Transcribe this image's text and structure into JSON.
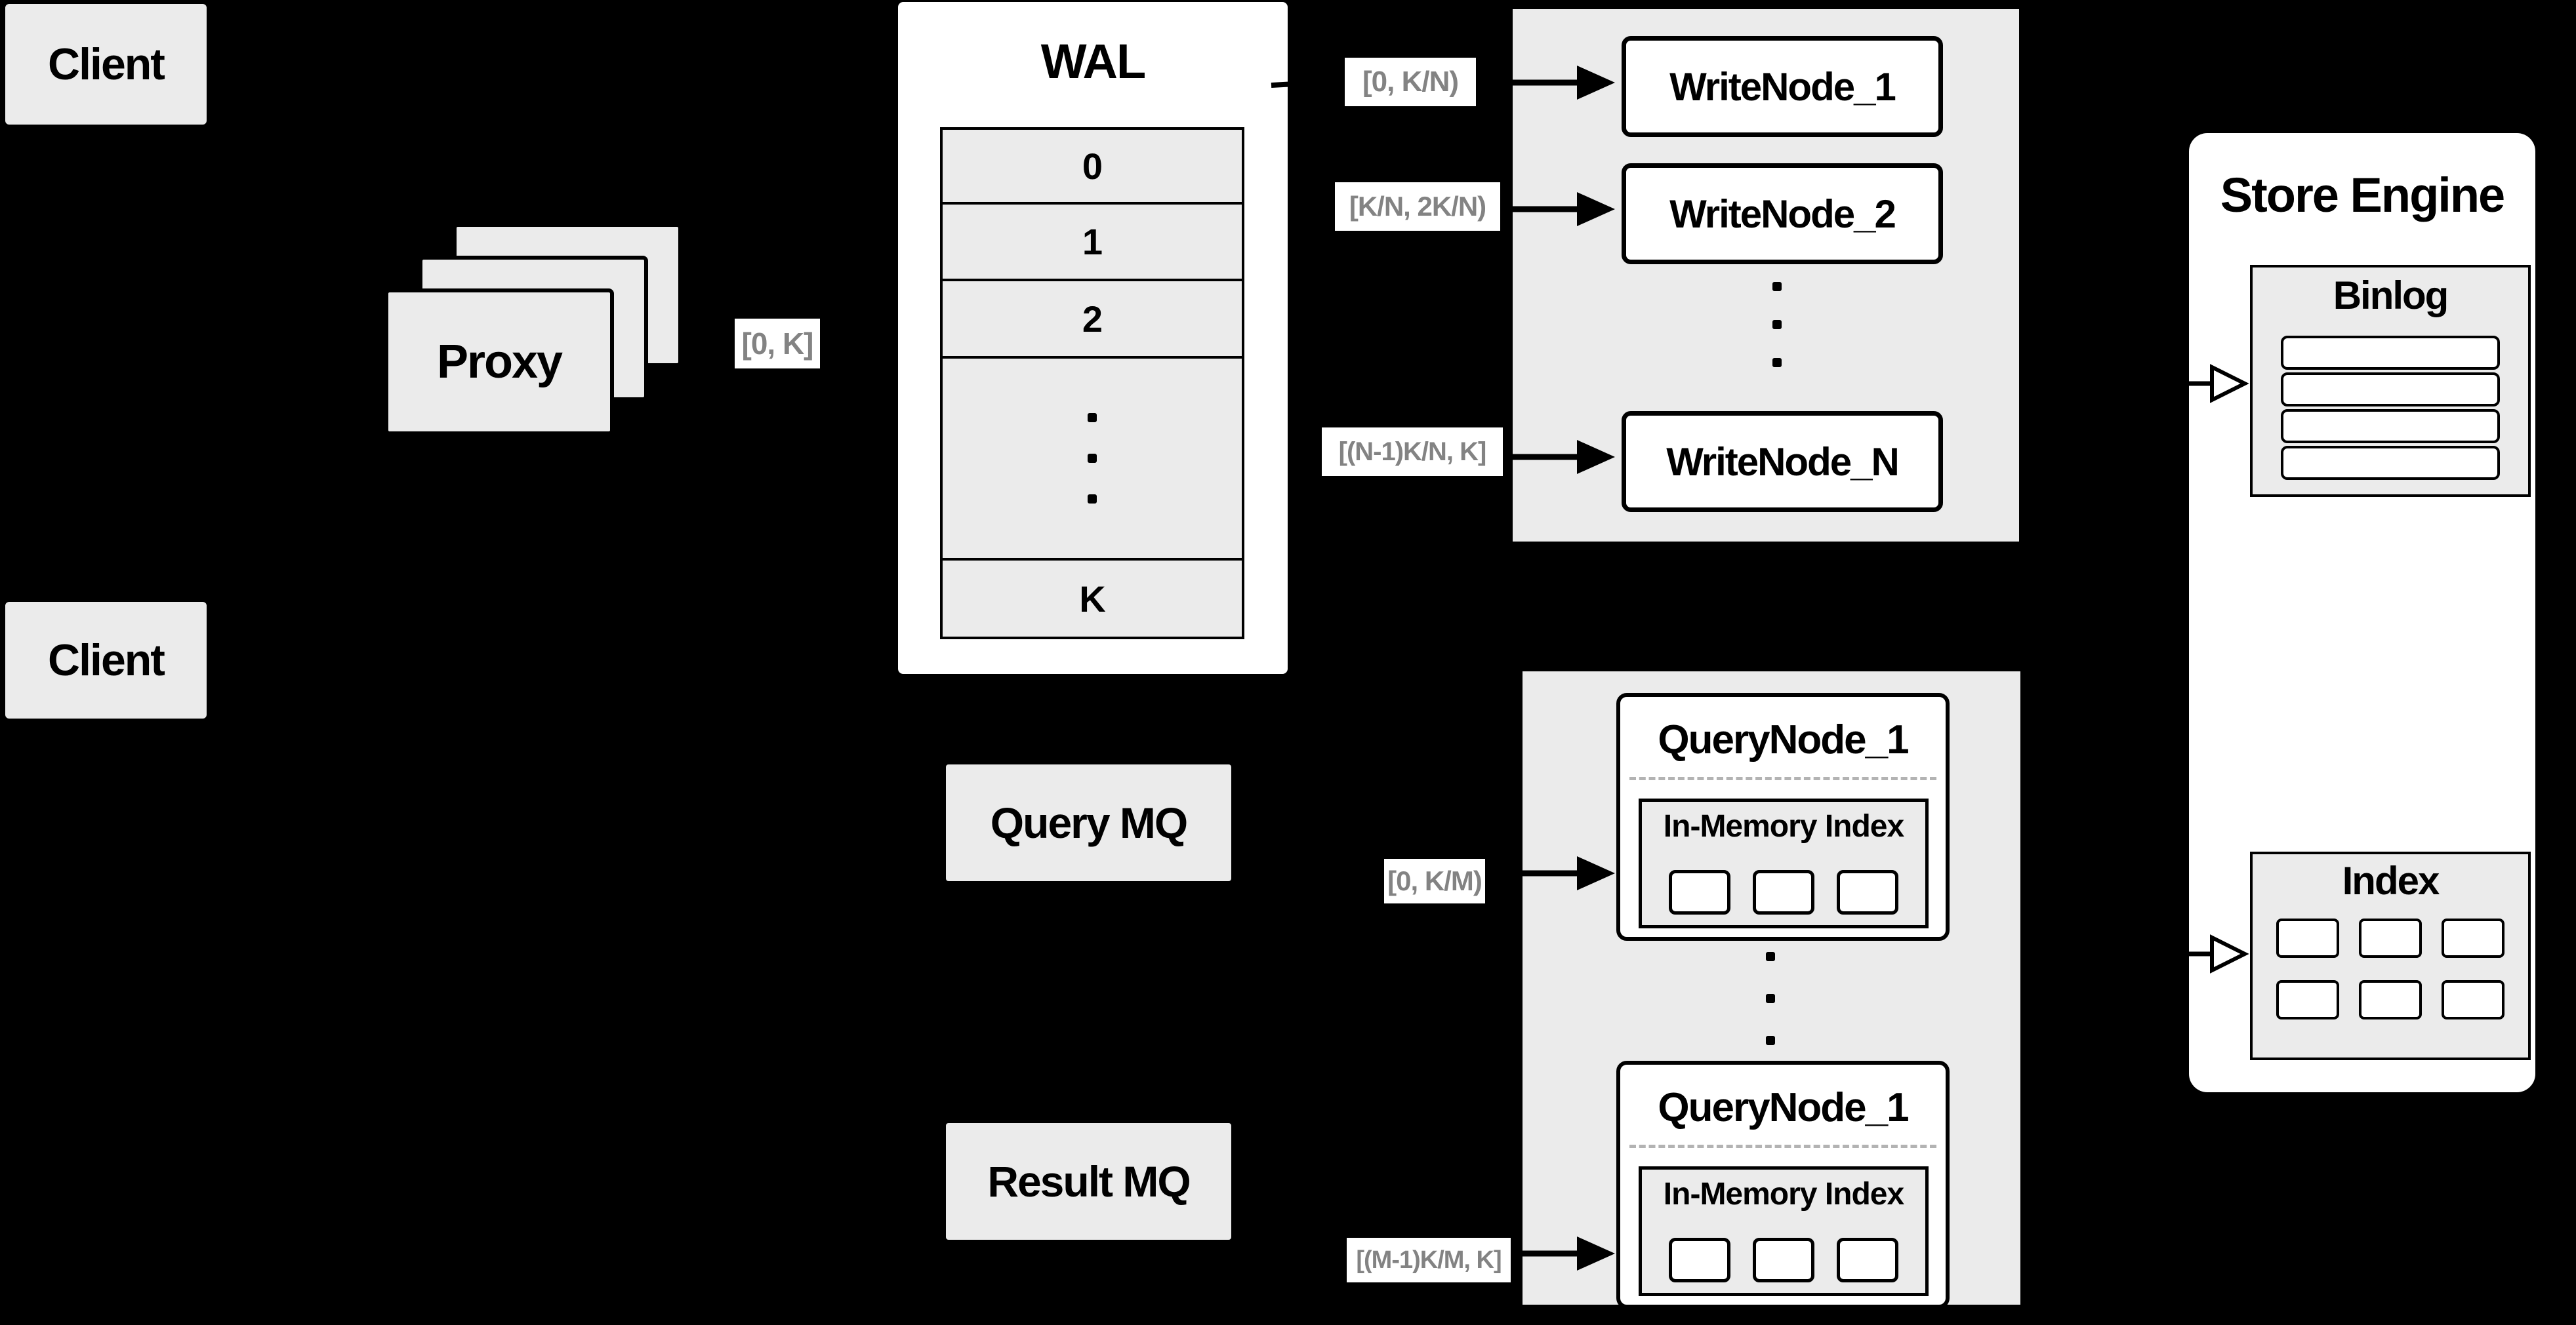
{
  "diagram": {
    "clients": {
      "top_label": "Client",
      "bottom_label": "Client"
    },
    "proxy": {
      "label": "Proxy",
      "range_label": "[0, K]"
    },
    "wal": {
      "title": "WAL",
      "rows": [
        "0",
        "1",
        "2"
      ],
      "last_row": "K"
    },
    "write_nodes": {
      "items": [
        "WriteNode_1",
        "WriteNode_2",
        "WriteNode_N"
      ],
      "ranges": [
        "[0, K/N)",
        "[K/N, 2K/N)",
        "[(N-1)K/N, K]"
      ]
    },
    "mq": {
      "query_label": "Query MQ",
      "result_label": "Result MQ"
    },
    "query_nodes": {
      "items": [
        {
          "title": "QueryNode_1",
          "inner_title": "In-Memory Index"
        },
        {
          "title": "QueryNode_1",
          "inner_title": "In-Memory Index"
        }
      ],
      "ranges": [
        "[0, K/M)",
        "[(M-1)K/M, K]"
      ]
    },
    "store_engine": {
      "title": "Store Engine",
      "binlog_title": "Binlog",
      "index_title": "Index"
    }
  },
  "colors": {
    "background": "#000000",
    "box_gray": "#ebebeb",
    "box_white": "#ffffff",
    "border_black": "#000000",
    "range_text_gray": "#838383",
    "dashed_separator": "#b3b3b3"
  }
}
